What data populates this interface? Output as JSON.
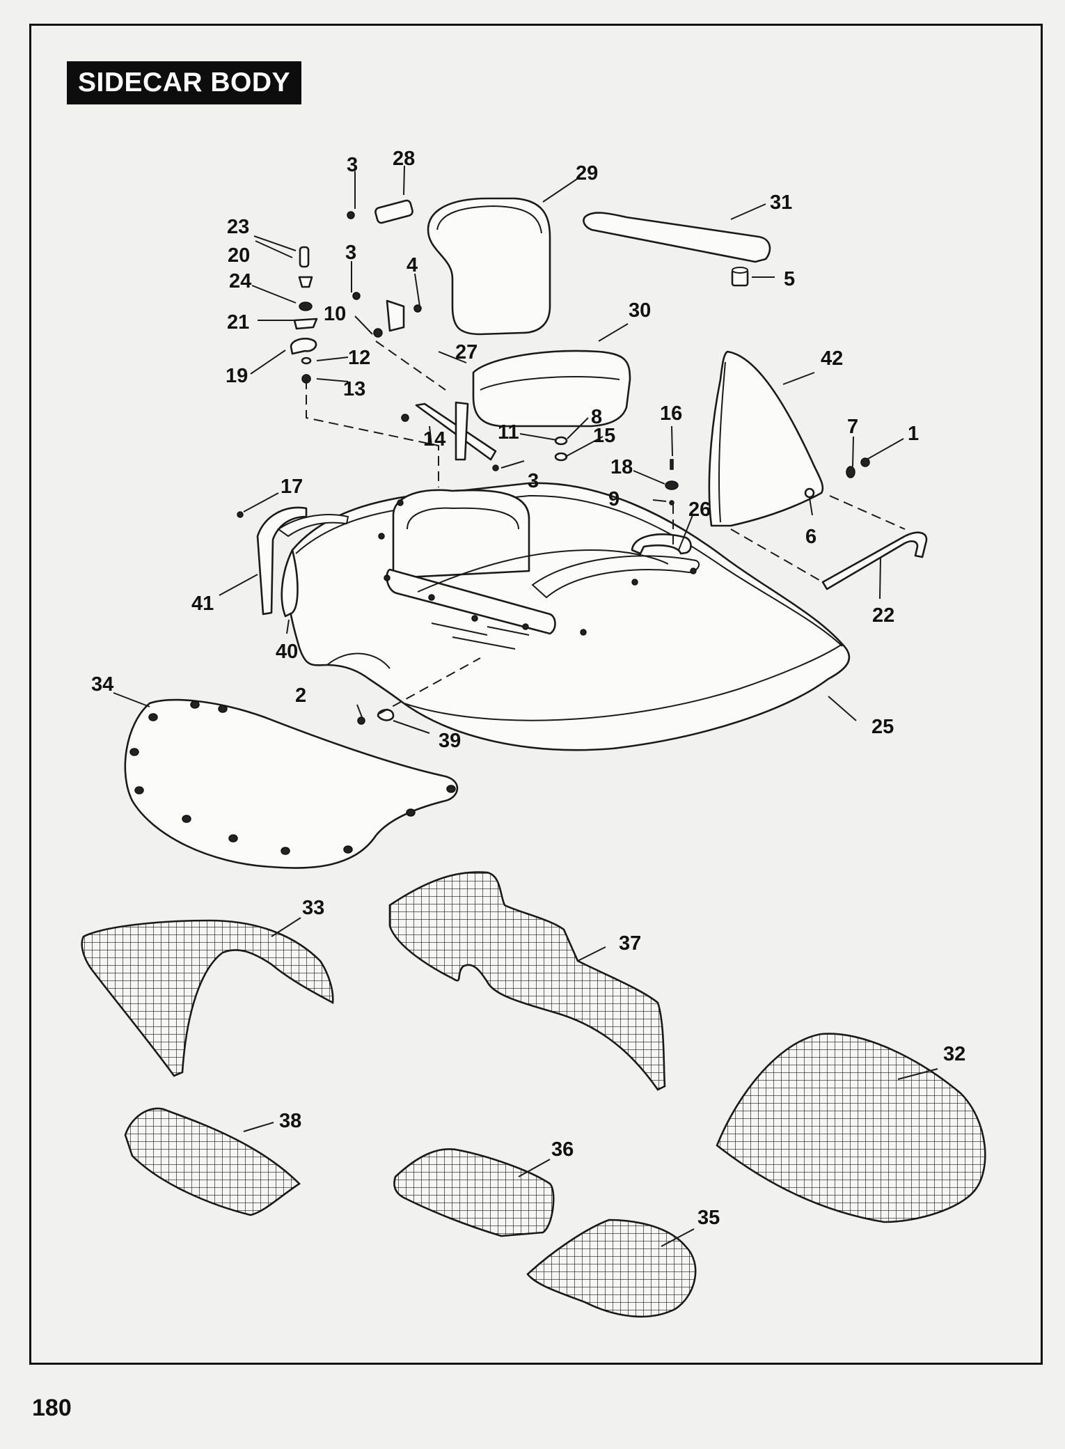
{
  "title": "SIDECAR BODY",
  "page_number": "180",
  "callouts": [
    "1",
    "2",
    "3",
    "3",
    "3",
    "4",
    "5",
    "6",
    "7",
    "8",
    "9",
    "10",
    "11",
    "12",
    "13",
    "14",
    "15",
    "16",
    "17",
    "18",
    "19",
    "20",
    "21",
    "22",
    "23",
    "24",
    "25",
    "26",
    "27",
    "28",
    "29",
    "30",
    "31",
    "32",
    "33",
    "34",
    "35",
    "36",
    "37",
    "38",
    "39",
    "40",
    "41",
    "42"
  ],
  "colors": {
    "ink": "#111111",
    "paper": "#f1f1ef",
    "badge_bg": "#0d0d0d",
    "badge_text": "#ffffff"
  }
}
